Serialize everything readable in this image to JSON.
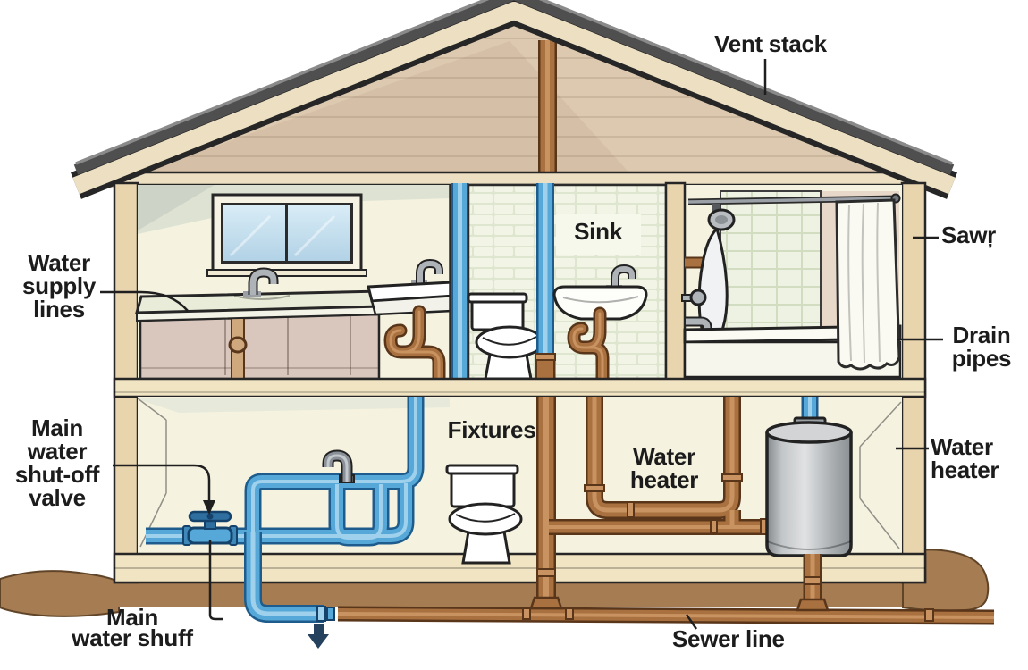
{
  "meta": {
    "title": "House plumbing cross-section diagram"
  },
  "labels": {
    "vent_stack": "Vent stack",
    "water_supply_lines": [
      "Water",
      "supply",
      "lines"
    ],
    "sink": "Sink",
    "saw": "Sawŗ",
    "drain_pipes": [
      "Drain",
      "pipes"
    ],
    "main_water_shutoff_valve": [
      "Main",
      "water",
      "shut-off",
      "valve"
    ],
    "fixtures": "Fixtures",
    "water_heater_center": [
      "Water",
      "heater"
    ],
    "water_heater_right": [
      "Water",
      "heater"
    ],
    "main_water_shuff": [
      "Main",
      "water shuff"
    ],
    "sewer_line": "Sewer line"
  },
  "colors": {
    "pipe_blue": "#56a8d8",
    "pipe_blue_dark": "#1d5c8c",
    "pipe_blue_light": "#9fd0ec",
    "pipe_brown": "#a8713f",
    "pipe_brown_dark": "#59351a",
    "pipe_brown_light": "#c89261",
    "wall_tan": "#e8d5ae",
    "floor_cream": "#f0e4c2",
    "interior_ivory": "#f5f2df",
    "roof_shingle": "#4f4f4f",
    "fascia_cream": "#ecdfc2",
    "attic_tan": "#ddc9b0",
    "soil_brown": "#a67c52",
    "tank_gray": "#b9bcbf",
    "tile_green": "#edf2e0",
    "window_blue": "#c6e0f0",
    "arrow_navy": "#24415e",
    "ink": "#1c1c1c"
  }
}
